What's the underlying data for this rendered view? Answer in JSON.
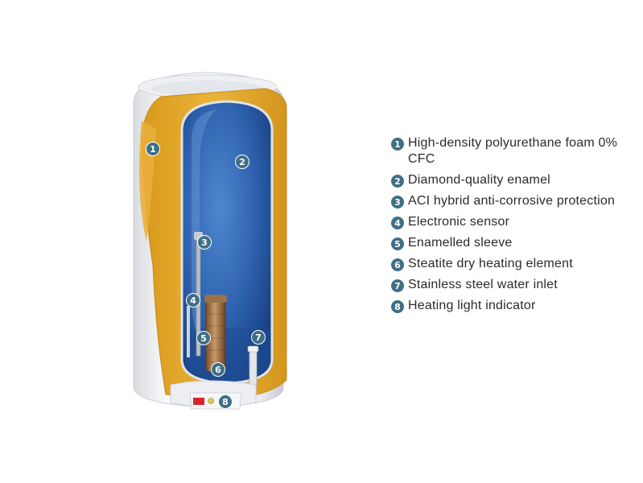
{
  "colors": {
    "marker": "#3f6f86",
    "foam": "#e3aa2a",
    "tank": "#2f63b0",
    "text": "#2b2b2b"
  },
  "markers": [
    {
      "number": "1"
    },
    {
      "number": "2"
    },
    {
      "number": "3"
    },
    {
      "number": "4"
    },
    {
      "number": "5"
    },
    {
      "number": "6"
    },
    {
      "number": "7"
    },
    {
      "number": "8"
    }
  ],
  "legend": [
    {
      "number": "1",
      "text": "High-density polyurethane foam 0% CFC"
    },
    {
      "number": "2",
      "text": "Diamond-quality enamel"
    },
    {
      "number": "3",
      "text": "ACI hybrid anti-corrosive protection"
    },
    {
      "number": "4",
      "text": "Electronic sensor"
    },
    {
      "number": "5",
      "text": "Enamelled sleeve"
    },
    {
      "number": "6",
      "text": "Steatite dry heating element"
    },
    {
      "number": "7",
      "text": "Stainless steel water inlet"
    },
    {
      "number": "8",
      "text": "Heating light indicator"
    }
  ]
}
